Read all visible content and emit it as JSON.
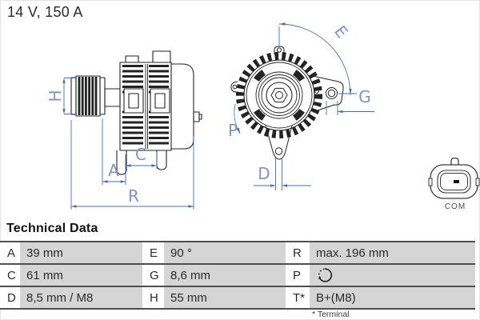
{
  "header": {
    "title": "14 V, 150 A"
  },
  "diagram": {
    "dimension_labels": {
      "H": "H",
      "A": "A",
      "C": "C",
      "R": "R",
      "E": "E",
      "G": "G",
      "P": "P",
      "D": "D"
    },
    "connector": {
      "label": "COM"
    },
    "colors": {
      "dimension_blue": "#4d6db3",
      "dimension_label_blue": "#8393c8",
      "drawing_line": "#232323"
    }
  },
  "technical_data": {
    "heading": "Technical Data",
    "rows": [
      {
        "cells": [
          {
            "key": "A",
            "value": "39 mm"
          },
          {
            "key": "E",
            "value": "90 °"
          },
          {
            "key": "R",
            "value": "max. 196 mm"
          }
        ]
      },
      {
        "cells": [
          {
            "key": "C",
            "value": "61 mm"
          },
          {
            "key": "G",
            "value": "8,6 mm"
          },
          {
            "key": "P",
            "value": "",
            "icon": "rotation-direction-icon"
          }
        ]
      },
      {
        "cells": [
          {
            "key": "D",
            "value": "8,5 mm / M8"
          },
          {
            "key": "H",
            "value": "55 mm"
          },
          {
            "key": "T*",
            "value": "B+(M8)"
          }
        ]
      }
    ],
    "footnote": "* Terminal",
    "styles": {
      "row_line_color": "#4f4f4f",
      "value_cell_bg": "#d5d5d5"
    }
  }
}
